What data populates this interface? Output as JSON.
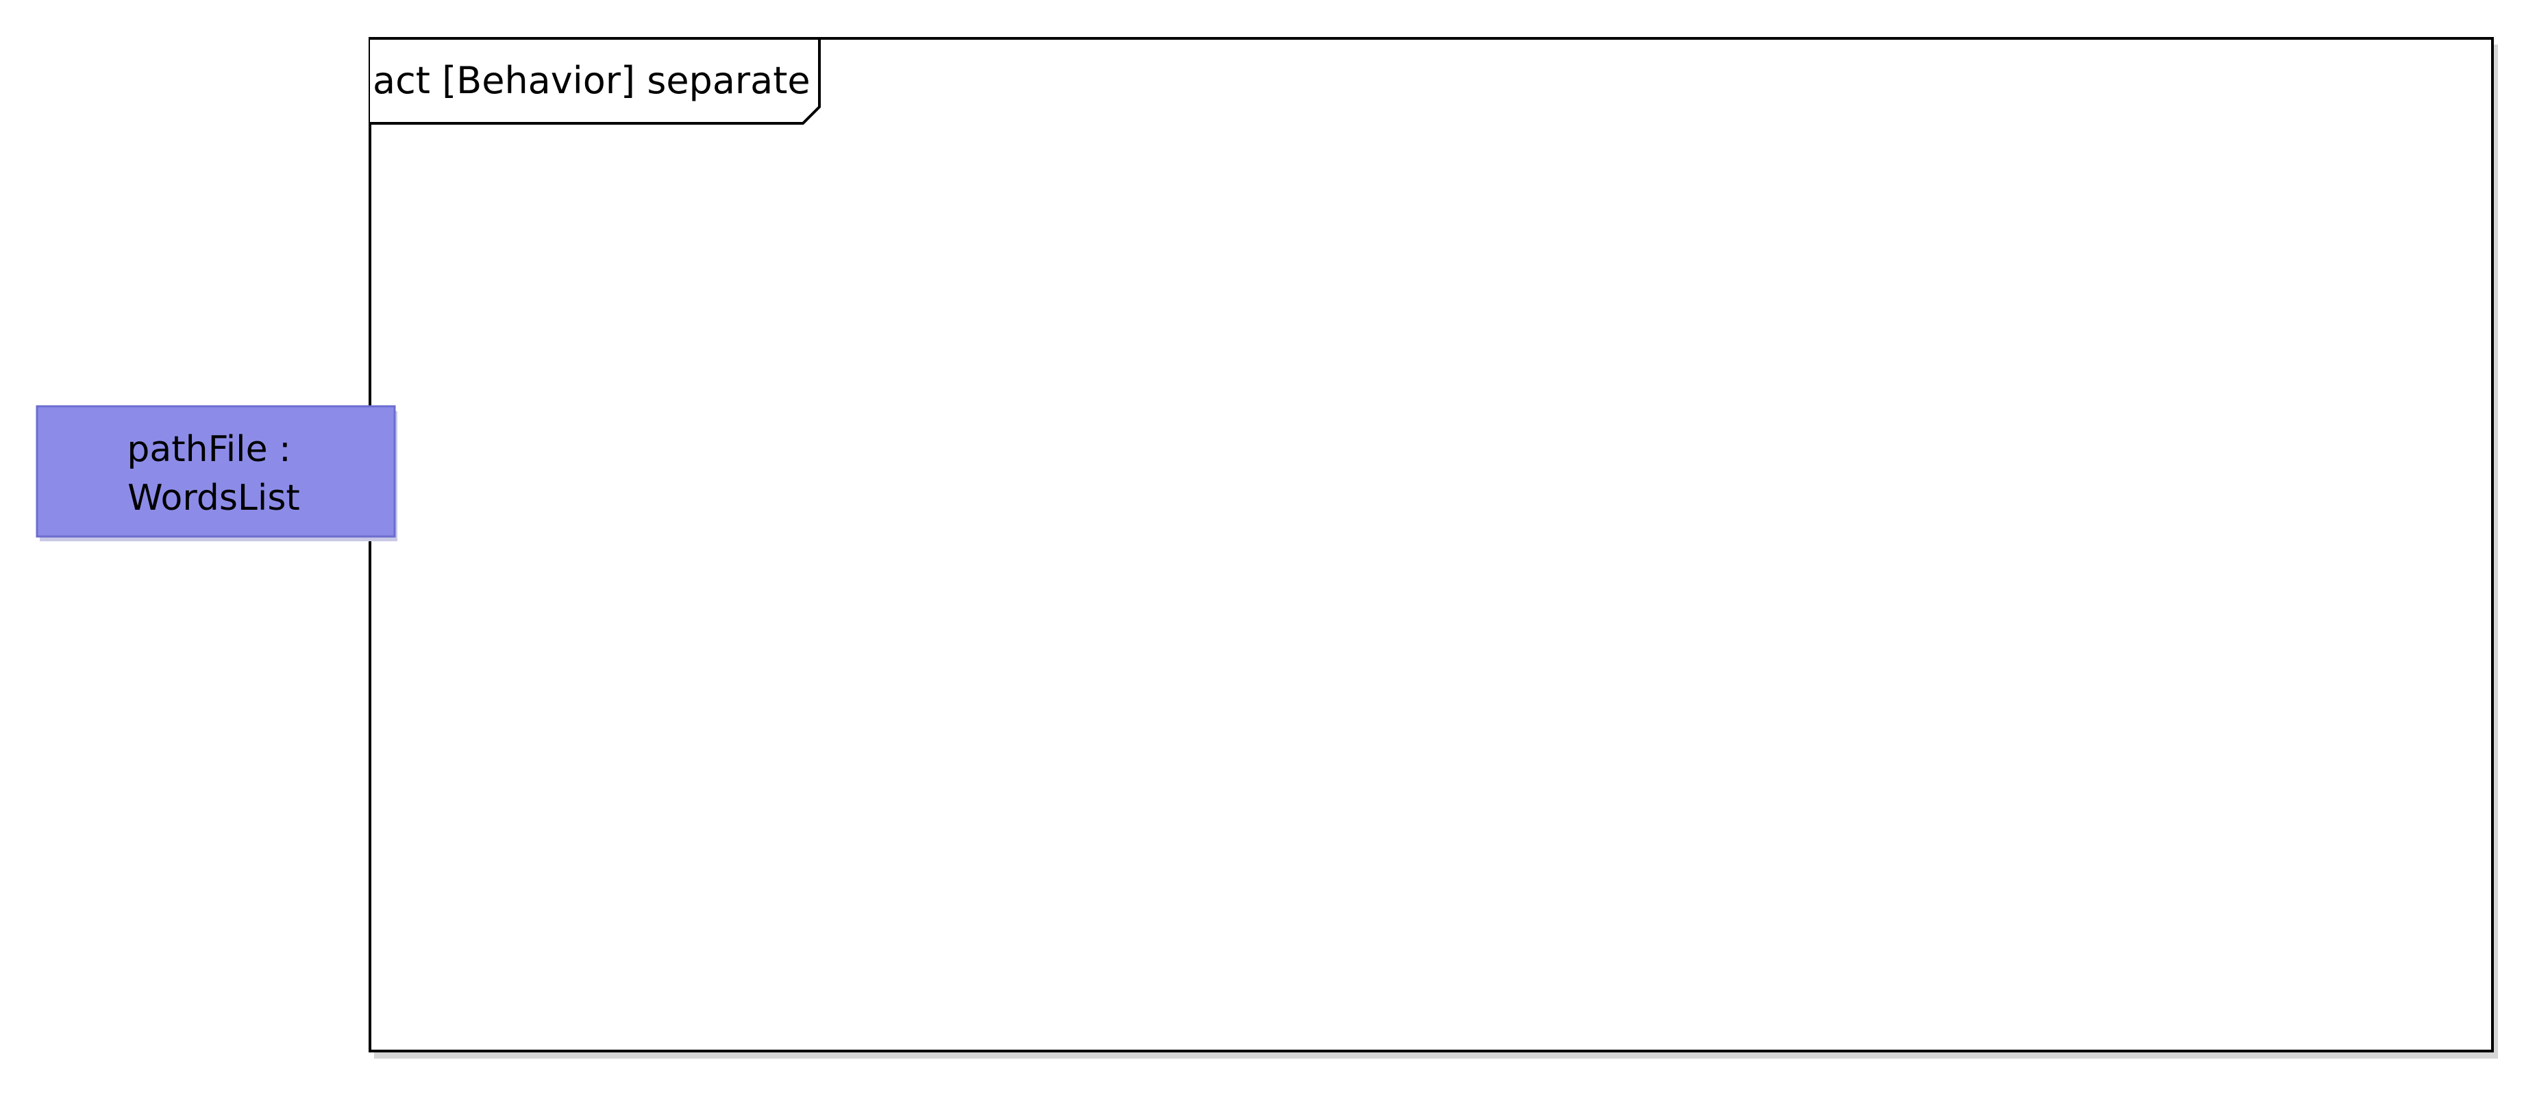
{
  "diagram": {
    "type": "UML activity diagram",
    "frame": {
      "label": "act [Behavior] separate"
    },
    "parameter_node": {
      "label_line1": "pathFile :",
      "label_line2": "WordsList",
      "fill_color": "#8c8ce8"
    }
  }
}
